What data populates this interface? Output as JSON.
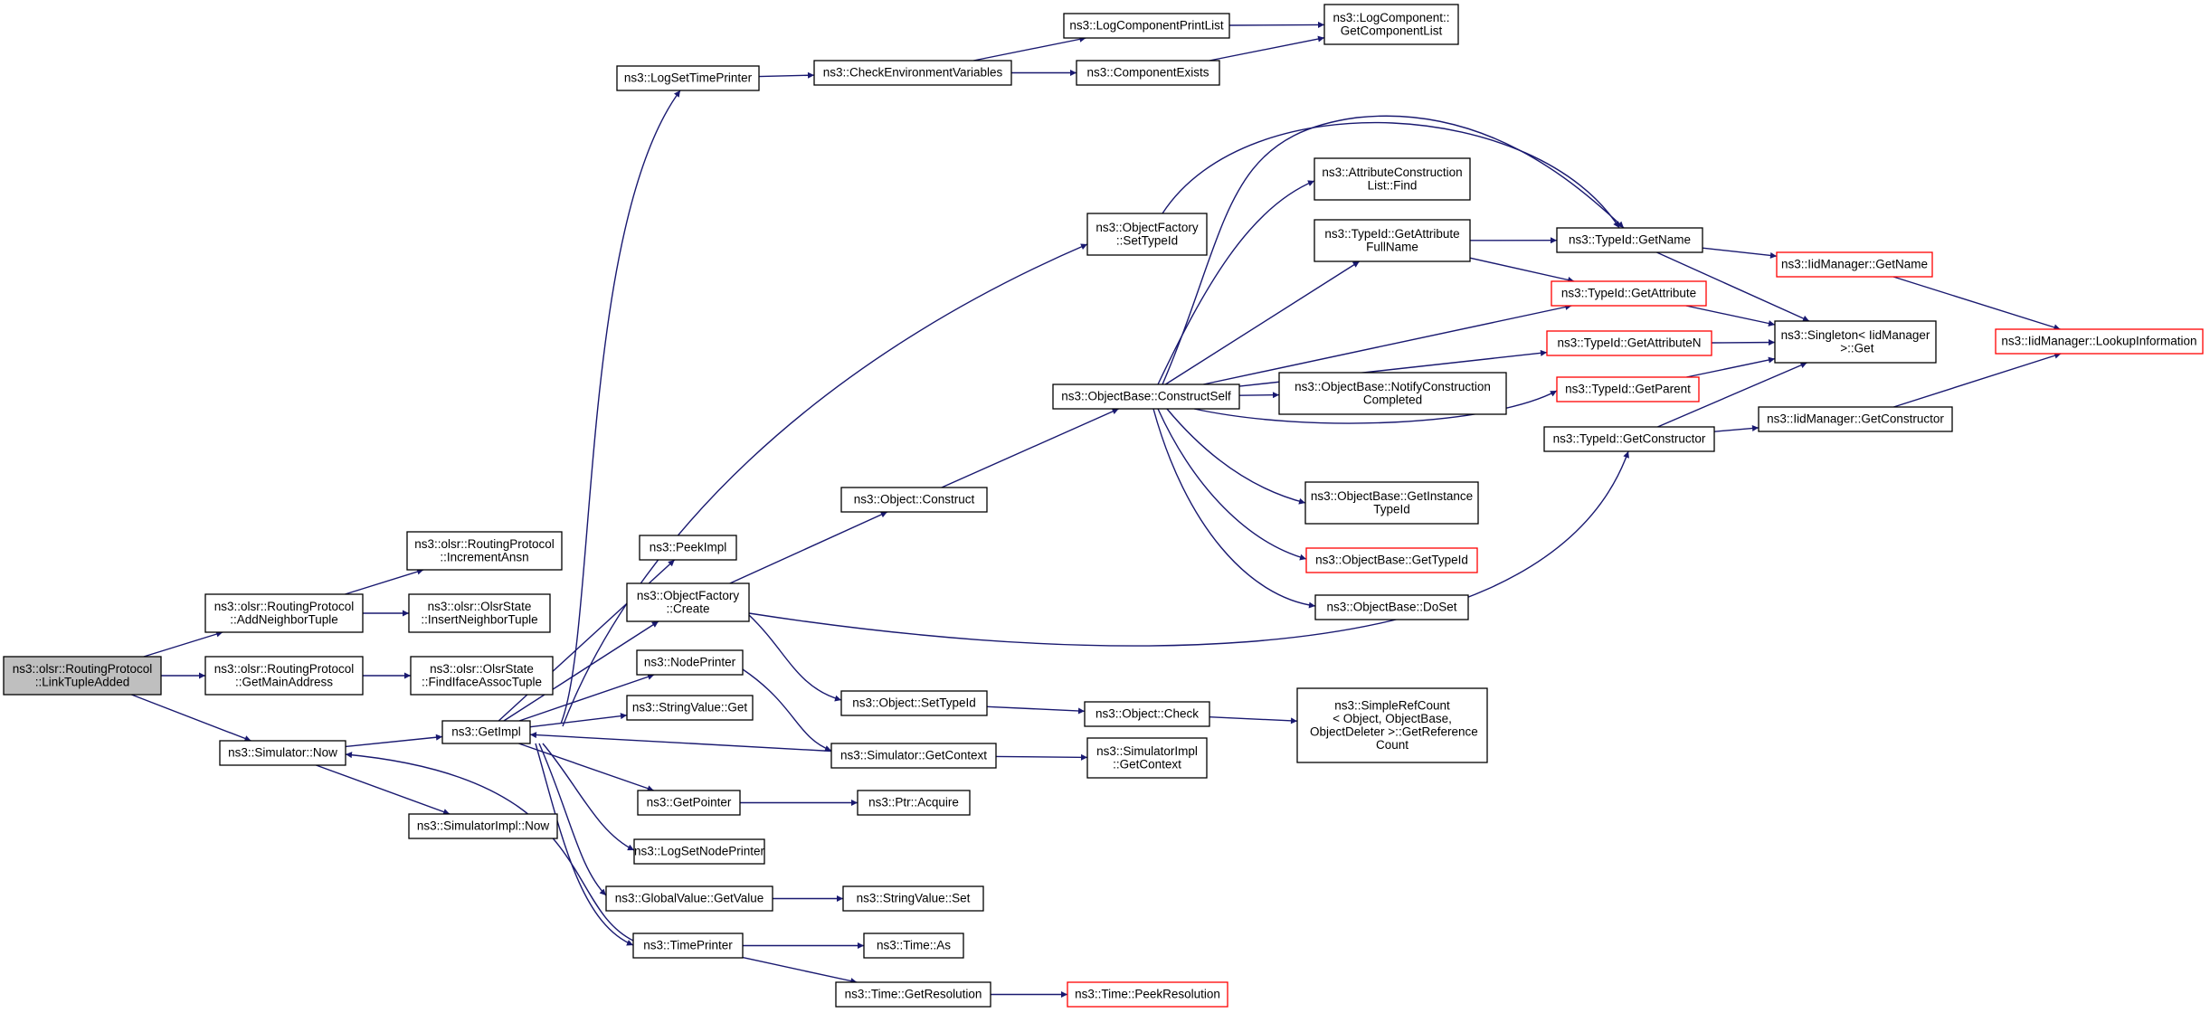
{
  "colors": {
    "edge": "#191970",
    "border_default": "#000000",
    "border_truncated": "#ff0000",
    "fill_root": "#bfbfbf",
    "fill_default": "#ffffff"
  },
  "nodes": {
    "n_root": {
      "lines": [
        "ns3::olsr::RoutingProtocol",
        "::LinkTupleAdded"
      ],
      "style": "root"
    },
    "n_addnb": {
      "lines": [
        "ns3::olsr::RoutingProtocol",
        "::AddNeighborTuple"
      ]
    },
    "n_getmain": {
      "lines": [
        "ns3::olsr::RoutingProtocol",
        "::GetMainAddress"
      ]
    },
    "n_simnow": {
      "lines": [
        "ns3::Simulator::Now"
      ]
    },
    "n_incansn": {
      "lines": [
        "ns3::olsr::RoutingProtocol",
        "::IncrementAnsn"
      ]
    },
    "n_insnb": {
      "lines": [
        "ns3::olsr::OlsrState",
        "::InsertNeighborTuple"
      ]
    },
    "n_findiface": {
      "lines": [
        "ns3::olsr::OlsrState",
        "::FindIfaceAssocTuple"
      ]
    },
    "n_getimpl": {
      "lines": [
        "ns3::GetImpl"
      ]
    },
    "n_simimplnow": {
      "lines": [
        "ns3::SimulatorImpl::Now"
      ]
    },
    "n_logsettime": {
      "lines": [
        "ns3::LogSetTimePrinter"
      ]
    },
    "n_peekimpl": {
      "lines": [
        "ns3::PeekImpl"
      ]
    },
    "n_ofcreate": {
      "lines": [
        "ns3::ObjectFactory",
        "::Create"
      ]
    },
    "n_nodeprinter": {
      "lines": [
        "ns3::NodePrinter"
      ]
    },
    "n_svget": {
      "lines": [
        "ns3::StringValue::Get"
      ]
    },
    "n_getpointer": {
      "lines": [
        "ns3::GetPointer"
      ]
    },
    "n_logsetnode": {
      "lines": [
        "ns3::LogSetNodePrinter"
      ]
    },
    "n_gvgetvalue": {
      "lines": [
        "ns3::GlobalValue::GetValue"
      ]
    },
    "n_timeprinter": {
      "lines": [
        "ns3::TimePrinter"
      ]
    },
    "n_checkenv": {
      "lines": [
        "ns3::CheckEnvironmentVariables"
      ]
    },
    "n_objconstruct": {
      "lines": [
        "ns3::Object::Construct"
      ]
    },
    "n_objsettypeid": {
      "lines": [
        "ns3::Object::SetTypeId"
      ]
    },
    "n_simgetctx": {
      "lines": [
        "ns3::Simulator::GetContext"
      ]
    },
    "n_ptracquire": {
      "lines": [
        "ns3::Ptr::Acquire"
      ]
    },
    "n_svset": {
      "lines": [
        "ns3::StringValue::Set"
      ]
    },
    "n_timeas": {
      "lines": [
        "ns3::Time::As"
      ]
    },
    "n_timegetres": {
      "lines": [
        "ns3::Time::GetResolution"
      ]
    },
    "n_logprintlist": {
      "lines": [
        "ns3::LogComponentPrintList"
      ]
    },
    "n_compexists": {
      "lines": [
        "ns3::ComponentExists"
      ]
    },
    "n_ofsettypeid": {
      "lines": [
        "ns3::ObjectFactory",
        "::SetTypeId"
      ]
    },
    "n_obconstructself": {
      "lines": [
        "ns3::ObjectBase::ConstructSelf"
      ]
    },
    "n_objcheck": {
      "lines": [
        "ns3::Object::Check"
      ]
    },
    "n_simimplgetctx": {
      "lines": [
        "ns3::SimulatorImpl",
        "::GetContext"
      ]
    },
    "n_timepeekres": {
      "lines": [
        "ns3::Time::PeekResolution"
      ],
      "style": "truncated"
    },
    "n_loggetlist": {
      "lines": [
        "ns3::LogComponent::",
        "GetComponentList"
      ]
    },
    "n_acfind": {
      "lines": [
        "ns3::AttributeConstruction",
        "List::Find"
      ]
    },
    "n_tidgetattrfull": {
      "lines": [
        "ns3::TypeId::GetAttribute",
        "FullName"
      ]
    },
    "n_obnotify": {
      "lines": [
        "ns3::ObjectBase::NotifyConstruction",
        "Completed"
      ]
    },
    "n_obgetinst": {
      "lines": [
        "ns3::ObjectBase::GetInstance",
        "TypeId"
      ]
    },
    "n_obgettypeid": {
      "lines": [
        "ns3::ObjectBase::GetTypeId"
      ],
      "style": "truncated"
    },
    "n_obdoset": {
      "lines": [
        "ns3::ObjectBase::DoSet"
      ]
    },
    "n_srcgetref": {
      "lines": [
        "ns3::SimpleRefCount",
        "< Object, ObjectBase,",
        " ObjectDeleter >::GetReference",
        "Count"
      ]
    },
    "n_tidgetname": {
      "lines": [
        "ns3::TypeId::GetName"
      ]
    },
    "n_tidgetattr": {
      "lines": [
        "ns3::TypeId::GetAttribute"
      ],
      "style": "truncated"
    },
    "n_tidgetattrn": {
      "lines": [
        "ns3::TypeId::GetAttributeN"
      ],
      "style": "truncated"
    },
    "n_tidgetparent": {
      "lines": [
        "ns3::TypeId::GetParent"
      ],
      "style": "truncated"
    },
    "n_tidgetctor": {
      "lines": [
        "ns3::TypeId::GetConstructor"
      ]
    },
    "n_iidgetname": {
      "lines": [
        "ns3::IidManager::GetName"
      ],
      "style": "truncated"
    },
    "n_singleton": {
      "lines": [
        "ns3::Singleton< IidManager",
        " >::Get"
      ]
    },
    "n_iidgetctor": {
      "lines": [
        "ns3::IidManager::GetConstructor"
      ]
    },
    "n_iidlookup": {
      "lines": [
        "ns3::IidManager::LookupInformation"
      ],
      "style": "truncated"
    }
  }
}
